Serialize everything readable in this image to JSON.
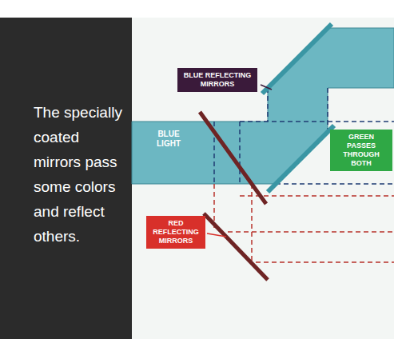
{
  "diagram": {
    "nodes": [
      {
        "text": [
          "The specially coated mirrors pass some colors and reflect others."
        ]
      },
      {
        "text": [
          "BLUE REFLECTING MIRRORS"
        ]
      },
      {
        "text": [
          "BLUE LIGHT"
        ]
      },
      {
        "text": [
          "GREEN PASSES THROUGH BOTH"
        ]
      },
      {
        "text": [
          "RED REFLECTING MIRRORS"
        ]
      }
    ]
  }
}
